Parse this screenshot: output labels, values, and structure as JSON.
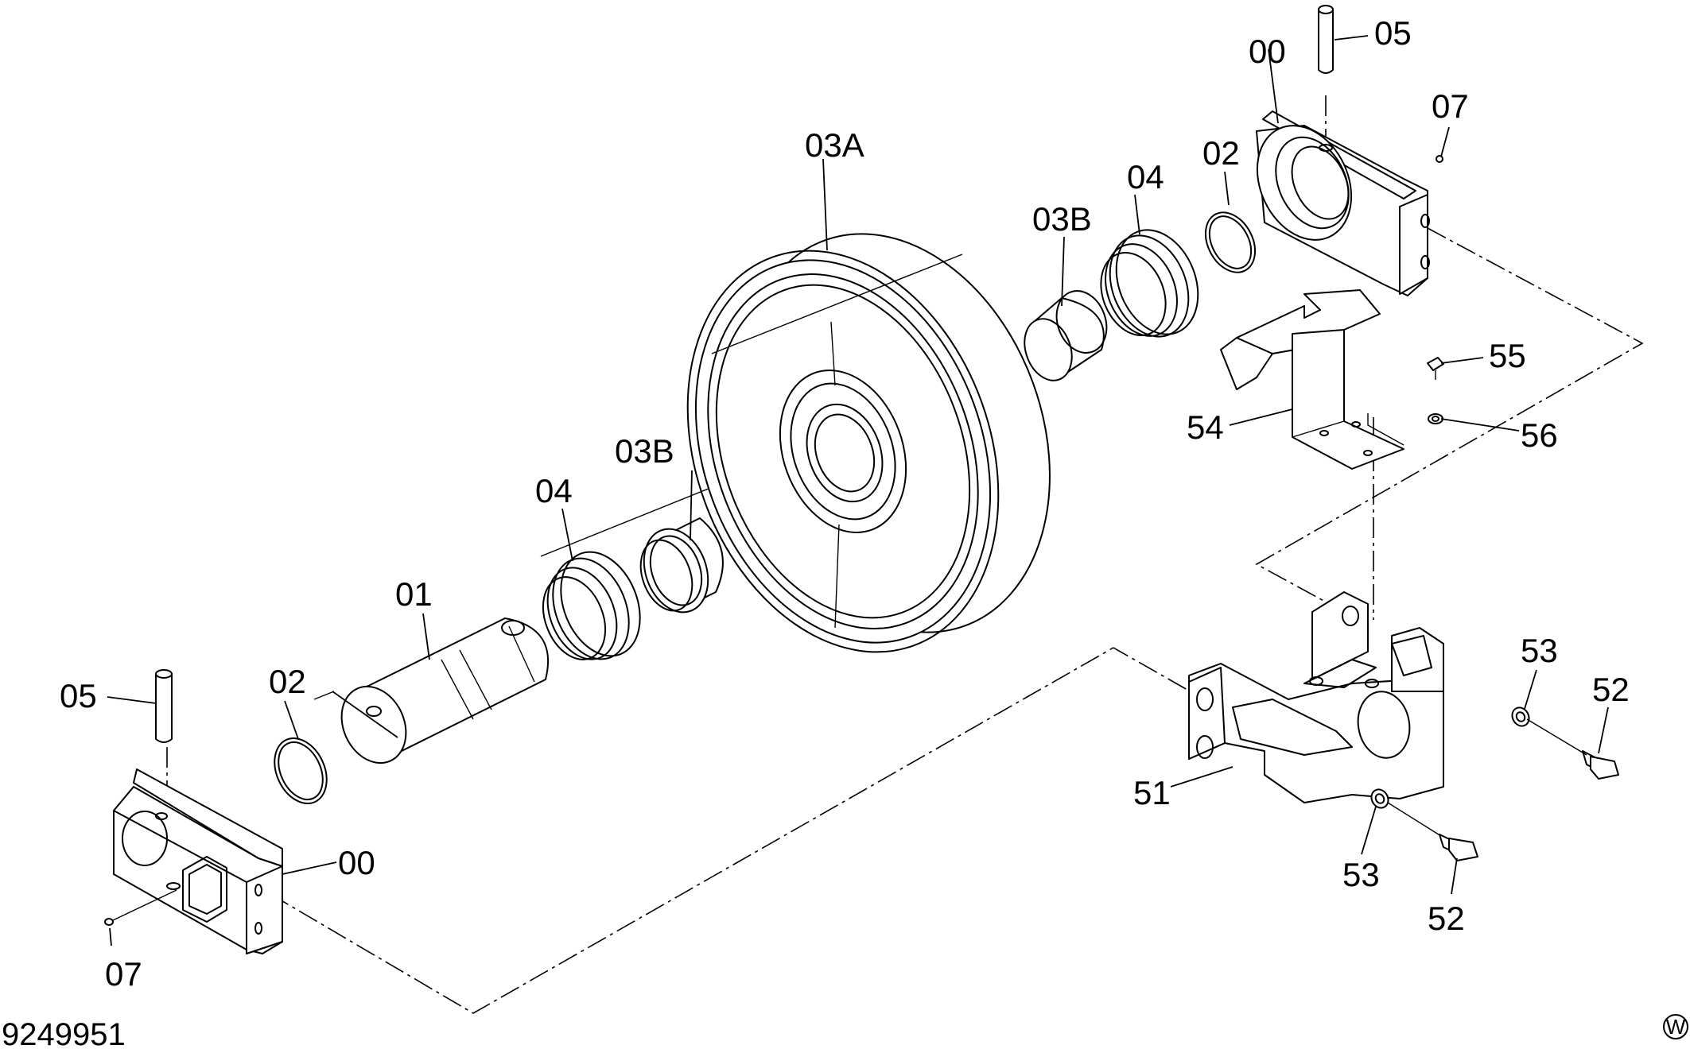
{
  "drawing_number": "9249951",
  "corner_mark": "W",
  "labels": {
    "p00_left": "00",
    "p00_right": "00",
    "p01": "01",
    "p02_left": "02",
    "p02_right": "02",
    "p03A": "03A",
    "p03B_left": "03B",
    "p03B_right": "03B",
    "p04_left": "04",
    "p04_right": "04",
    "p05_left": "05",
    "p05_right": "05",
    "p07_left": "07",
    "p07_right": "07",
    "p51": "51",
    "p52_upper": "52",
    "p52_lower": "52",
    "p53_upper": "53",
    "p53_lower": "53",
    "p54": "54",
    "p55": "55",
    "p56": "56"
  }
}
